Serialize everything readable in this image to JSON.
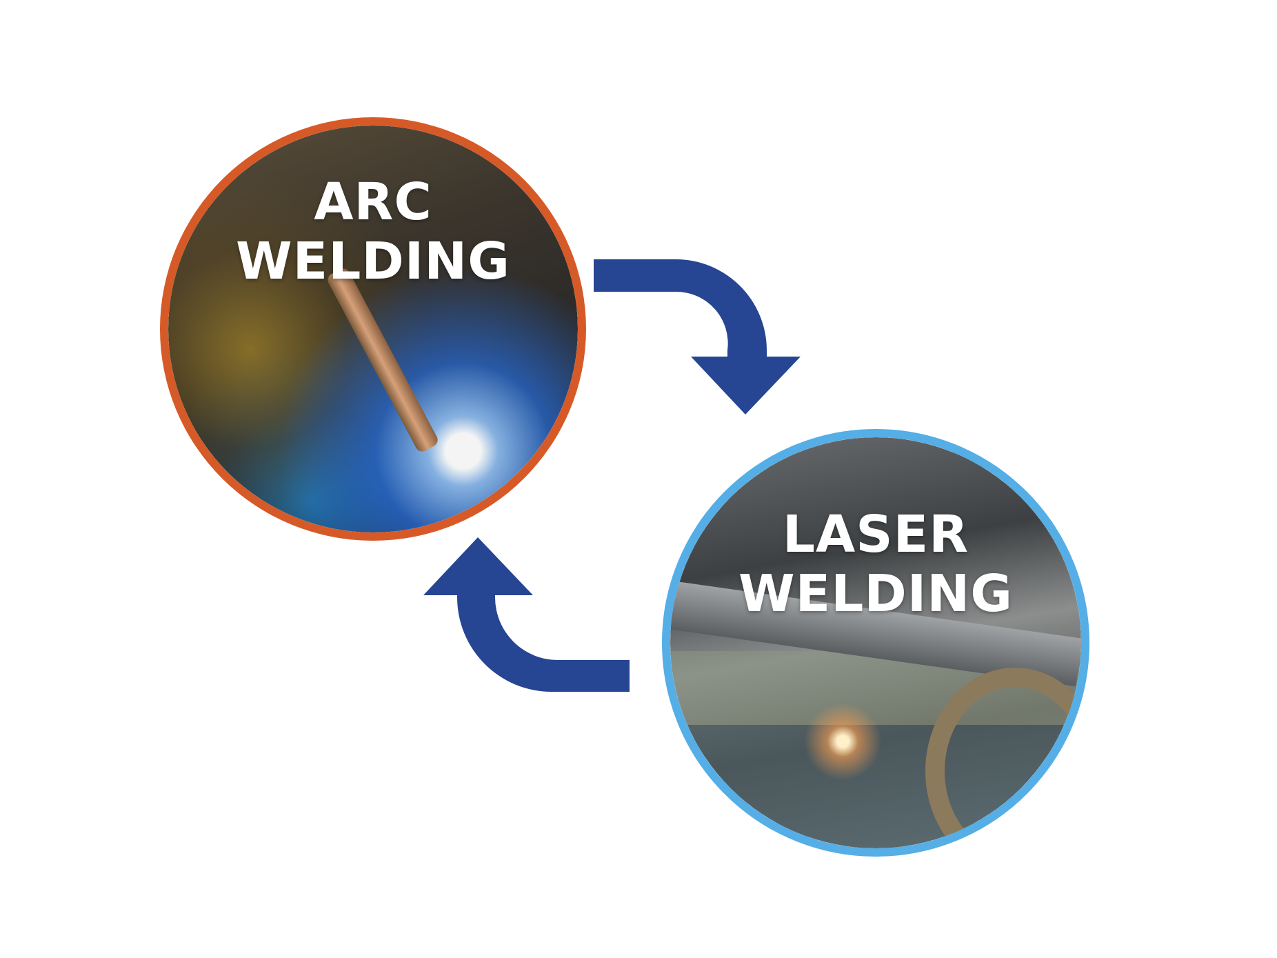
{
  "diagram": {
    "type": "cycle",
    "nodes": [
      {
        "id": "arc",
        "label_line1": "ARC",
        "label_line2": "WELDING",
        "border_color": "#d65a27",
        "image_subject": "robotic arc welding torch with blue sparks"
      },
      {
        "id": "laser",
        "label_line1": "LASER",
        "label_line2": "WELDING",
        "border_color": "#55aee6",
        "image_subject": "laser welding of metal seam with small sparks"
      }
    ],
    "edges": [
      {
        "from": "arc",
        "to": "laser",
        "direction": "clockwise-right-down"
      },
      {
        "from": "laser",
        "to": "arc",
        "direction": "clockwise-left-up"
      }
    ],
    "arrow_color": "#264592",
    "background_color": "#ffffff"
  }
}
